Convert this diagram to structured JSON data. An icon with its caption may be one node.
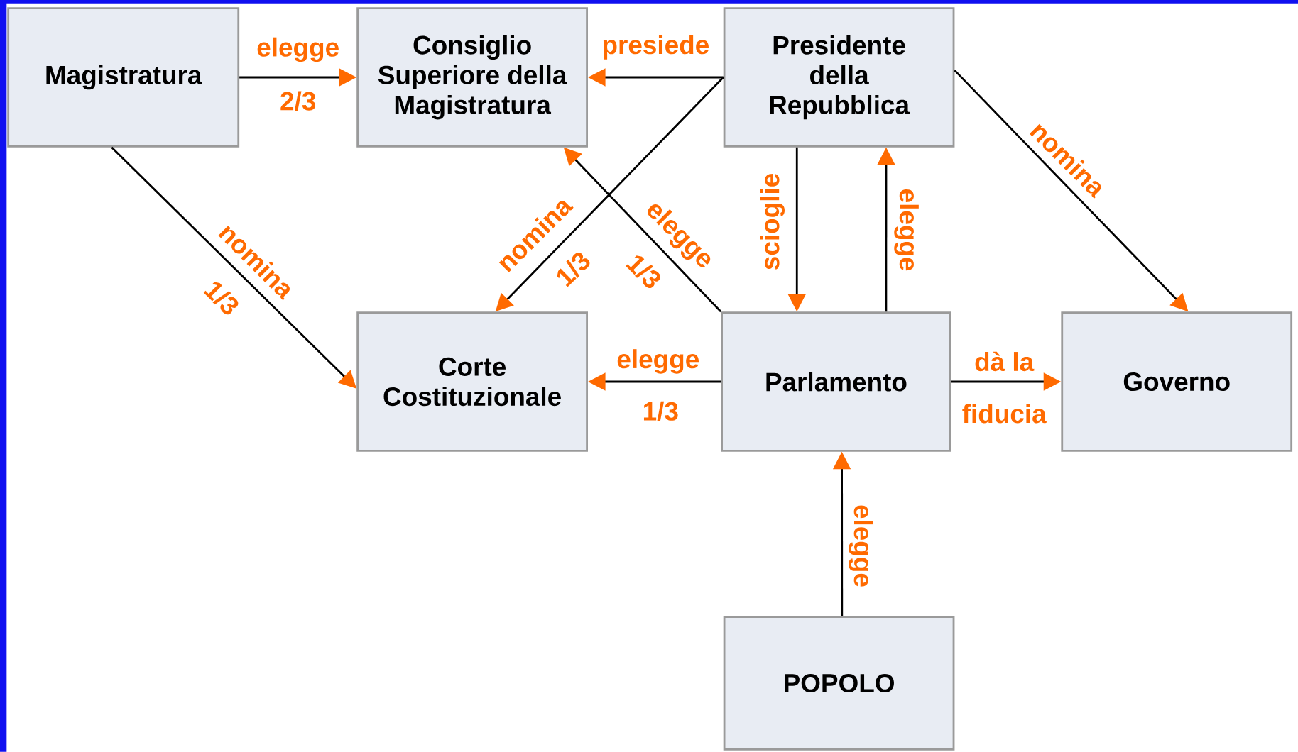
{
  "diagram": {
    "nodes": [
      {
        "text": [
          "Magistratura"
        ]
      },
      {
        "text": [
          "Consiglio Superiore della Magistratura"
        ]
      },
      {
        "text": [
          "Presidente della Repubblica"
        ]
      },
      {
        "text": [
          "Corte Costituzionale"
        ]
      },
      {
        "text": [
          "Parlamento"
        ]
      },
      {
        "text": [
          "Governo"
        ]
      },
      {
        "text": [
          "POPOLO"
        ]
      }
    ],
    "edges": [
      {
        "from": 0,
        "to": 1,
        "arrow": "to",
        "label": "elegge"
      },
      {
        "from": 2,
        "to": 1,
        "arrow": "to",
        "label": "presiede"
      },
      {
        "from": 2,
        "to": 3,
        "arrow": "to",
        "label": "nomina"
      },
      {
        "from": 0,
        "to": 3,
        "arrow": "to",
        "label": "nomina"
      },
      {
        "from": 4,
        "to": 1,
        "arrow": "to",
        "label": "elegge"
      },
      {
        "from": 2,
        "to": 4,
        "arrow": "to",
        "label": "scioglie"
      },
      {
        "from": 4,
        "to": 2,
        "arrow": "to",
        "label": "elegge"
      },
      {
        "from": 4,
        "to": 3,
        "arrow": "to",
        "label": "elegge"
      },
      {
        "from": 4,
        "to": 5,
        "arrow": "to",
        "label": "dà la"
      },
      {
        "from": 2,
        "to": 5,
        "arrow": "to",
        "label": "nomina"
      },
      {
        "from": 6,
        "to": 4,
        "arrow": "to",
        "label": "elegge"
      }
    ],
    "labels": [
      "2/3",
      "1/3",
      "1/3",
      "1/3",
      "1/3",
      "fiducia"
    ]
  }
}
